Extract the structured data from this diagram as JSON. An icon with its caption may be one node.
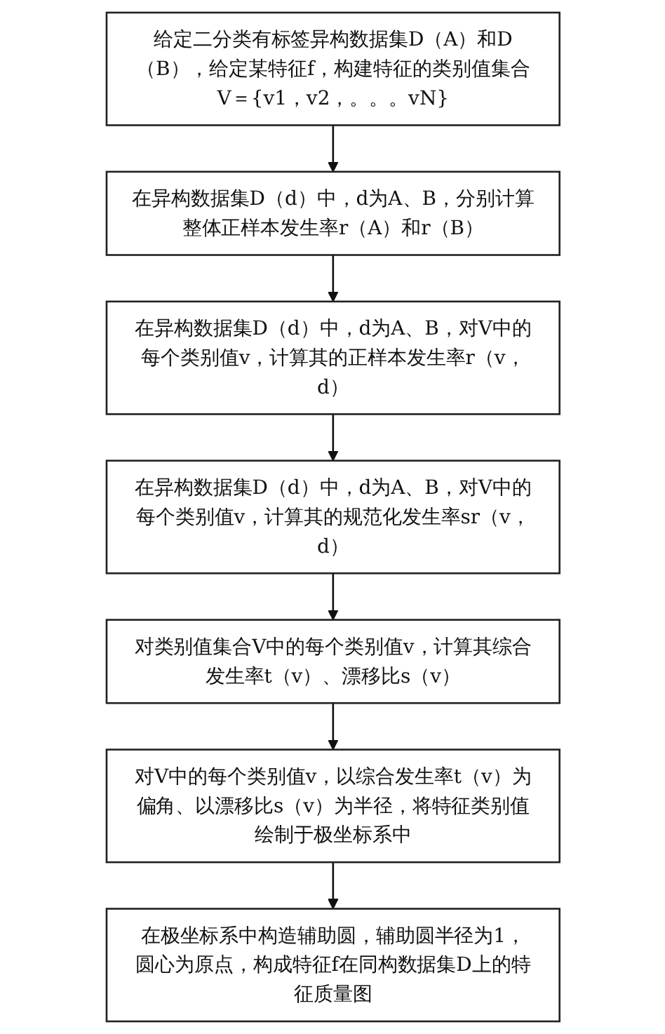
{
  "diagram": {
    "nodes": [
      {
        "text": [
          "给定二分类有标签异构数据集D（A）和D（B），给定某特征f，构建特征的类别值集合V＝{v1，v2，。。。vN}"
        ]
      },
      {
        "text": [
          "在异构数据集D（d）中，d为A、B，分别计算整体正样本发生率r（A）和r（B）"
        ]
      },
      {
        "text": [
          "在异构数据集D（d）中，d为A、B，对V中的每个类别值v，计算其的正样本发生率r（v，d）"
        ]
      },
      {
        "text": [
          "在异构数据集D（d）中，d为A、B，对V中的每个类别值v，计算其的规范化发生率sr（v，d）"
        ]
      },
      {
        "text": [
          "对类别值集合V中的每个类别值v，计算其综合发生率t（v）、漂移比s（v）"
        ]
      },
      {
        "text": [
          "对V中的每个类别值v，以综合发生率t（v）为偏角、以漂移比s（v）为半径，将特征类别值绘制于极坐标系中"
        ]
      },
      {
        "text": [
          "在极坐标系中构造辅助圆，辅助圆半径为1，圆心为原点，构成特征f在同构数据集D上的特征质量图"
        ]
      }
    ],
    "edges": [
      {
        "from": 0,
        "to": 1,
        "arrow": "to"
      },
      {
        "from": 1,
        "to": 2,
        "arrow": "to"
      },
      {
        "from": 2,
        "to": 3,
        "arrow": "to"
      },
      {
        "from": 3,
        "to": 4,
        "arrow": "to"
      },
      {
        "from": 4,
        "to": 5,
        "arrow": "to"
      },
      {
        "from": 5,
        "to": 6,
        "arrow": "to"
      }
    ]
  }
}
